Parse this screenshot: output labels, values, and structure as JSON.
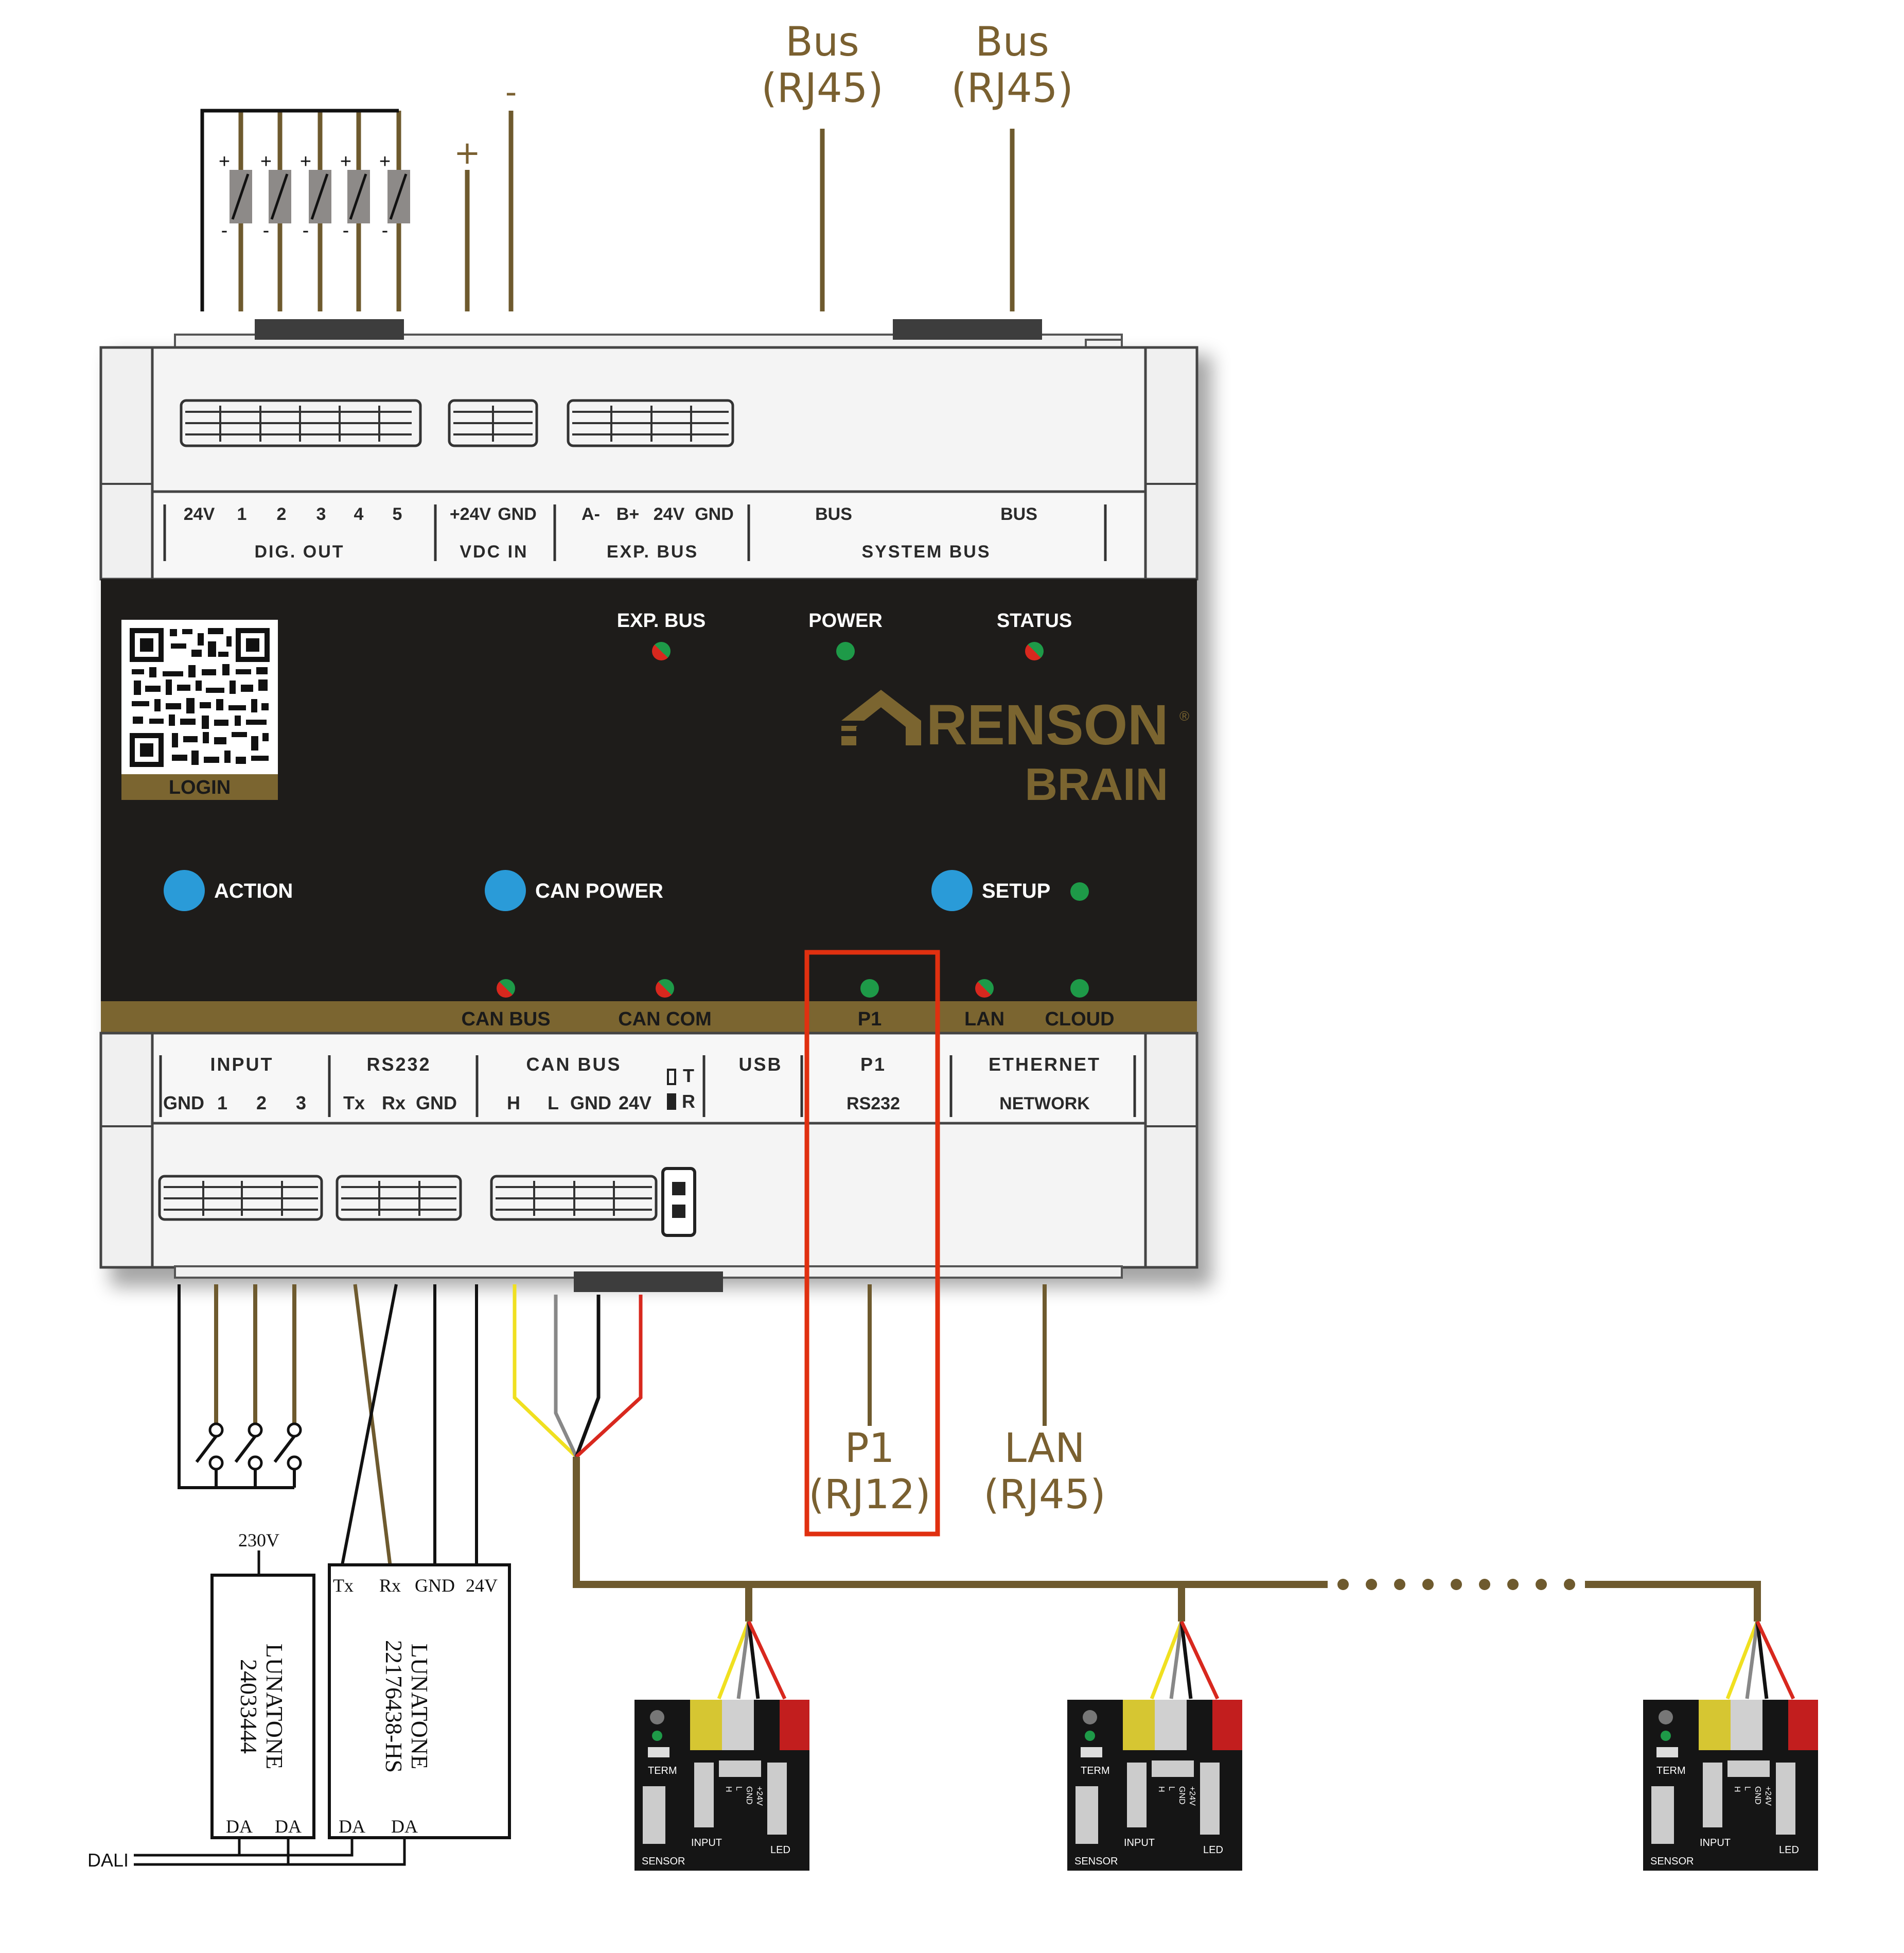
{
  "top_bus": [
    "Bus",
    "(RJ45)",
    "Bus",
    "(RJ45)"
  ],
  "polarity": {
    "plus": "+",
    "minus": "-"
  },
  "top_terminals": {
    "dig_out": {
      "pins": [
        "24V",
        "1",
        "2",
        "3",
        "4",
        "5"
      ],
      "title": "DIG. OUT"
    },
    "vdc_in": {
      "pins": [
        "+24V",
        "GND"
      ],
      "title": "VDC IN"
    },
    "exp_bus": {
      "pins": [
        "A-",
        "B+",
        "24V",
        "GND"
      ],
      "title": "EXP. BUS"
    },
    "system_bus": {
      "pins": [
        "BUS",
        "BUS"
      ],
      "title": "SYSTEM BUS"
    }
  },
  "leds_top": [
    "EXP. BUS",
    "POWER",
    "STATUS"
  ],
  "qr_label": "LOGIN",
  "brand": {
    "name": "RENSON",
    "product": "BRAIN",
    "reg": "®"
  },
  "buttons": [
    "ACTION",
    "CAN POWER",
    "SETUP"
  ],
  "leds_bottom": [
    "CAN BUS",
    "CAN COM",
    "P1",
    "LAN",
    "CLOUD"
  ],
  "bottom_terminals": {
    "input": {
      "title": "INPUT",
      "pins": [
        "GND",
        "1",
        "2",
        "3"
      ]
    },
    "rs232": {
      "title": "RS232",
      "pins": [
        "Tx",
        "Rx",
        "GND"
      ]
    },
    "can_bus": {
      "title": "CAN BUS",
      "pins": [
        "H",
        "L",
        "GND",
        "24V"
      ],
      "jumper": [
        "T",
        "R"
      ]
    },
    "usb": {
      "title": "USB"
    },
    "p1": {
      "title": "P1",
      "sub": "RS232"
    },
    "ethernet": {
      "title": "ETHERNET",
      "sub": "NETWORK"
    }
  },
  "bottom_ports": {
    "p1": [
      "P1",
      "(RJ12)"
    ],
    "lan": [
      "LAN",
      "(RJ45)"
    ]
  },
  "lunatone_1": {
    "supply": "230V",
    "name": "LUNATONE",
    "part": "24033444",
    "terminals": [
      "DA",
      "DA"
    ]
  },
  "lunatone_2": {
    "pins": [
      "Tx",
      "Rx",
      "GND",
      "24V"
    ],
    "name": "LUNATONE",
    "part": "22176438-HS",
    "terminals": [
      "DA",
      "DA"
    ]
  },
  "dali_label": "DALI",
  "can_module": {
    "labels": [
      "TERM",
      "SENSOR",
      "INPUT",
      "LED"
    ],
    "pins": [
      "H",
      "L",
      "GND",
      "+24V"
    ]
  },
  "colors": {
    "bronze": "#6e5a2e",
    "body": "#1e1c1a",
    "highlight": "#e03010",
    "button": "#2a9bd8",
    "led_green": "#1e9a48",
    "led_red": "#d8281e"
  }
}
